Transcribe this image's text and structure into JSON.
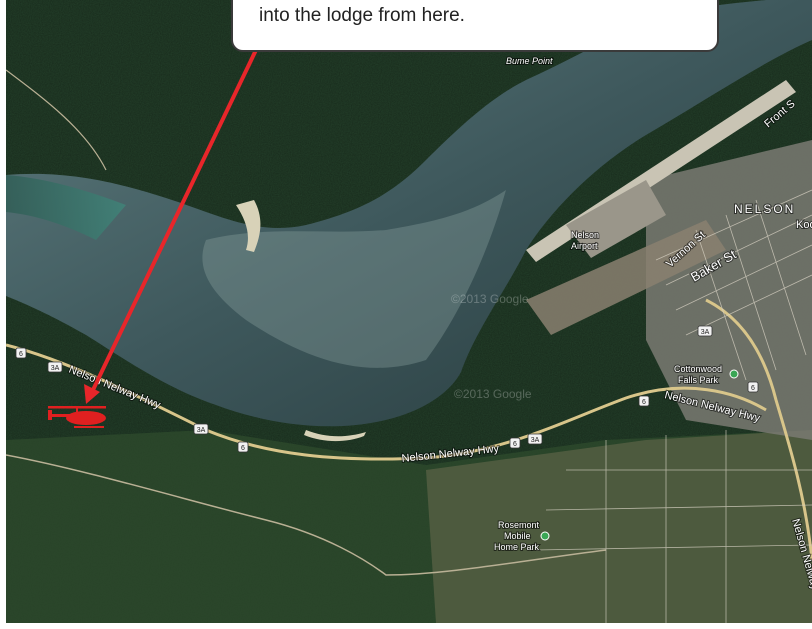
{
  "callout": {
    "text": "into the lodge from here."
  },
  "places": {
    "bume_point": "Bume Point",
    "nelson": "NELSON",
    "kootenay_partial": "Koo",
    "front_st_partial": "Front S",
    "nelson_airport_1": "Nelson",
    "nelson_airport_2": "Airport",
    "vernon_st": "Vernon St",
    "baker_st": "Baker St",
    "cottonwood_1": "Cottonwood",
    "cottonwood_2": "Falls Park",
    "hwy_label_left": "Nelson Nelway Hwy",
    "hwy_label_center": "Nelson Nelway Hwy",
    "hwy_label_right": "Nelson Nelway Hwy",
    "hwy_label_vertical": "Nelson Nelway",
    "rosemont_1": "Rosemont",
    "rosemont_2": "Mobile",
    "rosemont_3": "Home Park",
    "copyright_1": "©2013 Google",
    "copyright_2": "©2013 Google"
  },
  "shields": {
    "s6_a": "6",
    "s3a_a": "3A",
    "s3a_b": "3A",
    "s6_b": "6",
    "s6_c": "6",
    "s3a_c": "3A",
    "s3a_d": "3A",
    "s6_d": "6",
    "s6_e": "6"
  },
  "colors": {
    "forest": "#233d24",
    "lake": "#3f5b5e",
    "arrow": "#e8262a",
    "marker": "#e02020",
    "highway": "#d8c58a"
  },
  "icons": {
    "pointer": "red-arrow-icon",
    "lodge_marker": "helicopter-icon",
    "park": "park-icon"
  }
}
